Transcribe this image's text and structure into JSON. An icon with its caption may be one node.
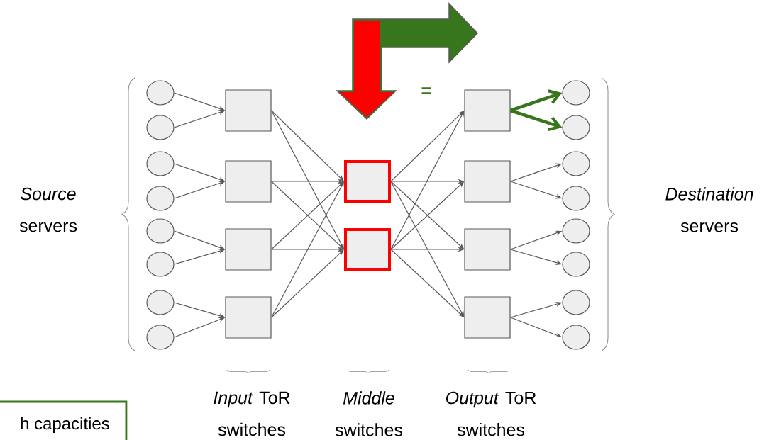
{
  "diagram": {
    "nodes": [
      {
        "text": [],
        "shape": "circle"
      },
      {
        "text": [],
        "shape": "circle"
      },
      {
        "text": [],
        "shape": "circle"
      },
      {
        "text": [],
        "shape": "circle"
      },
      {
        "text": [],
        "shape": "circle"
      },
      {
        "text": [],
        "shape": "circle"
      },
      {
        "text": [],
        "shape": "circle"
      },
      {
        "text": [],
        "shape": "circle"
      },
      {
        "text": [],
        "shape": "box"
      },
      {
        "text": [],
        "shape": "box"
      },
      {
        "text": [],
        "shape": "box"
      },
      {
        "text": [],
        "shape": "box"
      },
      {
        "text": [],
        "shape": "box"
      },
      {
        "text": [],
        "shape": "box"
      },
      {
        "text": [],
        "shape": "box"
      },
      {
        "text": [],
        "shape": "box"
      },
      {
        "text": [],
        "shape": "box"
      },
      {
        "text": [],
        "shape": "box"
      },
      {
        "text": [],
        "shape": "circle"
      },
      {
        "text": [],
        "shape": "circle"
      },
      {
        "text": [],
        "shape": "circle"
      },
      {
        "text": [],
        "shape": "circle"
      },
      {
        "text": [],
        "shape": "circle"
      },
      {
        "text": [],
        "shape": "circle"
      },
      {
        "text": [],
        "shape": "circle"
      },
      {
        "text": [],
        "shape": "circle"
      },
      {
        "text": [
          "h capacities"
        ]
      }
    ],
    "edges": [
      {
        "from": 0,
        "to": 8,
        "arrow": "to"
      },
      {
        "from": 1,
        "to": 8,
        "arrow": "to"
      },
      {
        "from": 2,
        "to": 9,
        "arrow": "to"
      },
      {
        "from": 3,
        "to": 9,
        "arrow": "to"
      },
      {
        "from": 4,
        "to": 10,
        "arrow": "to"
      },
      {
        "from": 5,
        "to": 10,
        "arrow": "to"
      },
      {
        "from": 6,
        "to": 11,
        "arrow": "to"
      },
      {
        "from": 7,
        "to": 11,
        "arrow": "to"
      },
      {
        "from": 8,
        "to": 12,
        "arrow": "to"
      },
      {
        "from": 8,
        "to": 13,
        "arrow": "to"
      },
      {
        "from": 9,
        "to": 12,
        "arrow": "to"
      },
      {
        "from": 9,
        "to": 13,
        "arrow": "to"
      },
      {
        "from": 10,
        "to": 12,
        "arrow": "to"
      },
      {
        "from": 10,
        "to": 13,
        "arrow": "to"
      },
      {
        "from": 11,
        "to": 12,
        "arrow": "to"
      },
      {
        "from": 11,
        "to": 13,
        "arrow": "to"
      },
      {
        "from": 12,
        "to": 14,
        "arrow": "to"
      },
      {
        "from": 12,
        "to": 15,
        "arrow": "to"
      },
      {
        "from": 12,
        "to": 16,
        "arrow": "to"
      },
      {
        "from": 12,
        "to": 17,
        "arrow": "to"
      },
      {
        "from": 13,
        "to": 14,
        "arrow": "to"
      },
      {
        "from": 13,
        "to": 15,
        "arrow": "to"
      },
      {
        "from": 13,
        "to": 16,
        "arrow": "to"
      },
      {
        "from": 13,
        "to": 17,
        "arrow": "to"
      },
      {
        "from": 14,
        "to": 18,
        "arrow": "to",
        "style": "thick",
        "color": "#38761d"
      },
      {
        "from": 14,
        "to": 19,
        "arrow": "to",
        "style": "thick",
        "color": "#38761d"
      },
      {
        "from": 15,
        "to": 20,
        "arrow": "to"
      },
      {
        "from": 15,
        "to": 21,
        "arrow": "to"
      },
      {
        "from": 16,
        "to": 22,
        "arrow": "to"
      },
      {
        "from": 16,
        "to": 23,
        "arrow": "to"
      },
      {
        "from": 17,
        "to": 24,
        "arrow": "to"
      },
      {
        "from": 17,
        "to": 25,
        "arrow": "to"
      }
    ],
    "labels": [
      "*Source* servers",
      "*Destination* servers",
      "=",
      "*Input* ToR switches",
      "*Middle* switches",
      "*Output* ToR switches"
    ]
  }
}
